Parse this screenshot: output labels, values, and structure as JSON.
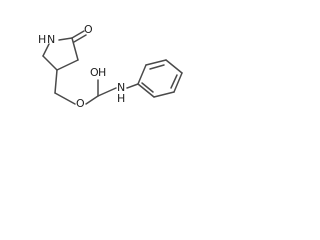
{
  "molecule": {
    "atom_labels": {
      "ring_nh": "N",
      "ring_h": "H",
      "lactam_o": "O",
      "ester_o": "O",
      "carbamate_o": "O",
      "carbamate_h": "H",
      "amide_nh": "N",
      "amide_h": "H"
    }
  }
}
